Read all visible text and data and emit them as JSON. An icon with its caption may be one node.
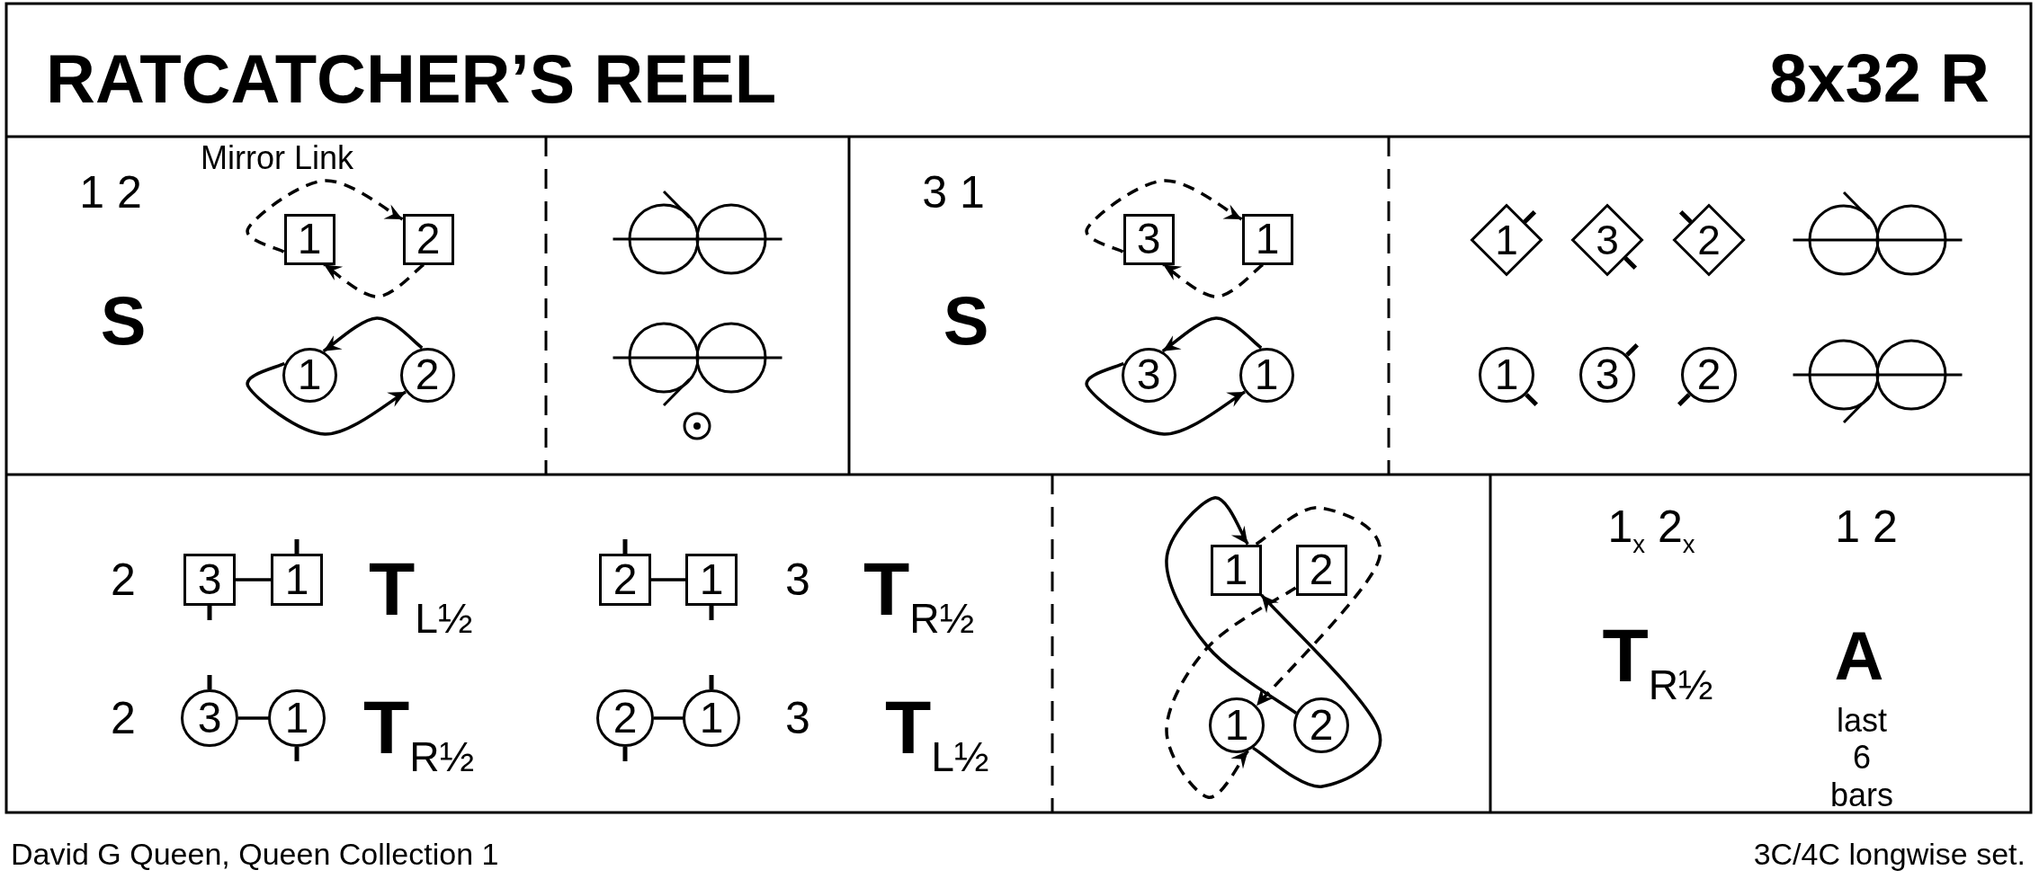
{
  "diagram": {
    "title": "RATCATCHER’S REEL",
    "nodes": [
      {
        "text": [
          "1"
        ]
      },
      {
        "text": [
          "2"
        ]
      },
      {
        "text": [
          "1"
        ]
      },
      {
        "text": [
          "2"
        ]
      },
      {
        "text": [
          "3"
        ]
      },
      {
        "text": [
          "1"
        ]
      },
      {
        "text": [
          "3"
        ]
      },
      {
        "text": [
          "1"
        ]
      },
      {
        "text": [
          "1"
        ]
      },
      {
        "text": [
          "3"
        ]
      },
      {
        "text": [
          "2"
        ]
      },
      {
        "text": [
          "1"
        ]
      },
      {
        "text": [
          "3"
        ]
      },
      {
        "text": [
          "2"
        ]
      },
      {
        "text": [
          "3"
        ]
      },
      {
        "text": [
          "1"
        ]
      },
      {
        "text": [
          "2"
        ]
      },
      {
        "text": [
          "1"
        ]
      },
      {
        "text": [
          "3"
        ]
      },
      {
        "text": [
          "1"
        ]
      },
      {
        "text": [
          "2"
        ]
      },
      {
        "text": [
          "1"
        ]
      },
      {
        "text": [
          "1"
        ]
      },
      {
        "text": [
          "2"
        ]
      },
      {
        "text": [
          "1"
        ]
      },
      {
        "text": [
          "2"
        ]
      }
    ],
    "edges": [
      {
        "from": 0,
        "to": 1,
        "arrow": "to",
        "style": "dashed"
      },
      {
        "from": 1,
        "to": 0,
        "arrow": "to",
        "style": "dashed"
      },
      {
        "from": 3,
        "to": 2,
        "arrow": "to"
      },
      {
        "from": 2,
        "to": 3,
        "arrow": "to"
      },
      {
        "from": 4,
        "to": 5,
        "arrow": "to",
        "style": "dashed"
      },
      {
        "from": 5,
        "to": 4,
        "arrow": "to",
        "style": "dashed"
      },
      {
        "from": 7,
        "to": 6,
        "arrow": "to"
      },
      {
        "from": 6,
        "to": 7,
        "arrow": "to"
      },
      {
        "from": 14,
        "to": 15,
        "arrow": "none"
      },
      {
        "from": 16,
        "to": 17,
        "arrow": "none"
      },
      {
        "from": 18,
        "to": 19,
        "arrow": "none"
      },
      {
        "from": 20,
        "to": 21,
        "arrow": "none"
      },
      {
        "from": 25,
        "to": 22,
        "arrow": "to"
      },
      {
        "from": 24,
        "to": 22,
        "arrow": "to"
      },
      {
        "from": 22,
        "to": 24,
        "arrow": "to",
        "style": "dashed"
      },
      {
        "from": 23,
        "to": 24,
        "arrow": "to",
        "style": "dashed"
      }
    ],
    "labels": [
      "8x32 R",
      "1 2",
      "Mirror Link",
      "S",
      "3 1",
      "S",
      "2",
      "**T**$_{L½}$",
      "3",
      "**T**$_{R½}$",
      "2",
      "**T**$_{R½}$",
      "3",
      "**T**$_{L½}$",
      "1$_{x}$ 2$_{x}$",
      "1 2",
      "**T**$_{R½}$",
      "A",
      "last 6 bars",
      "David G Queen, Queen Collection 1",
      "3C/4C longwise set."
    ]
  }
}
